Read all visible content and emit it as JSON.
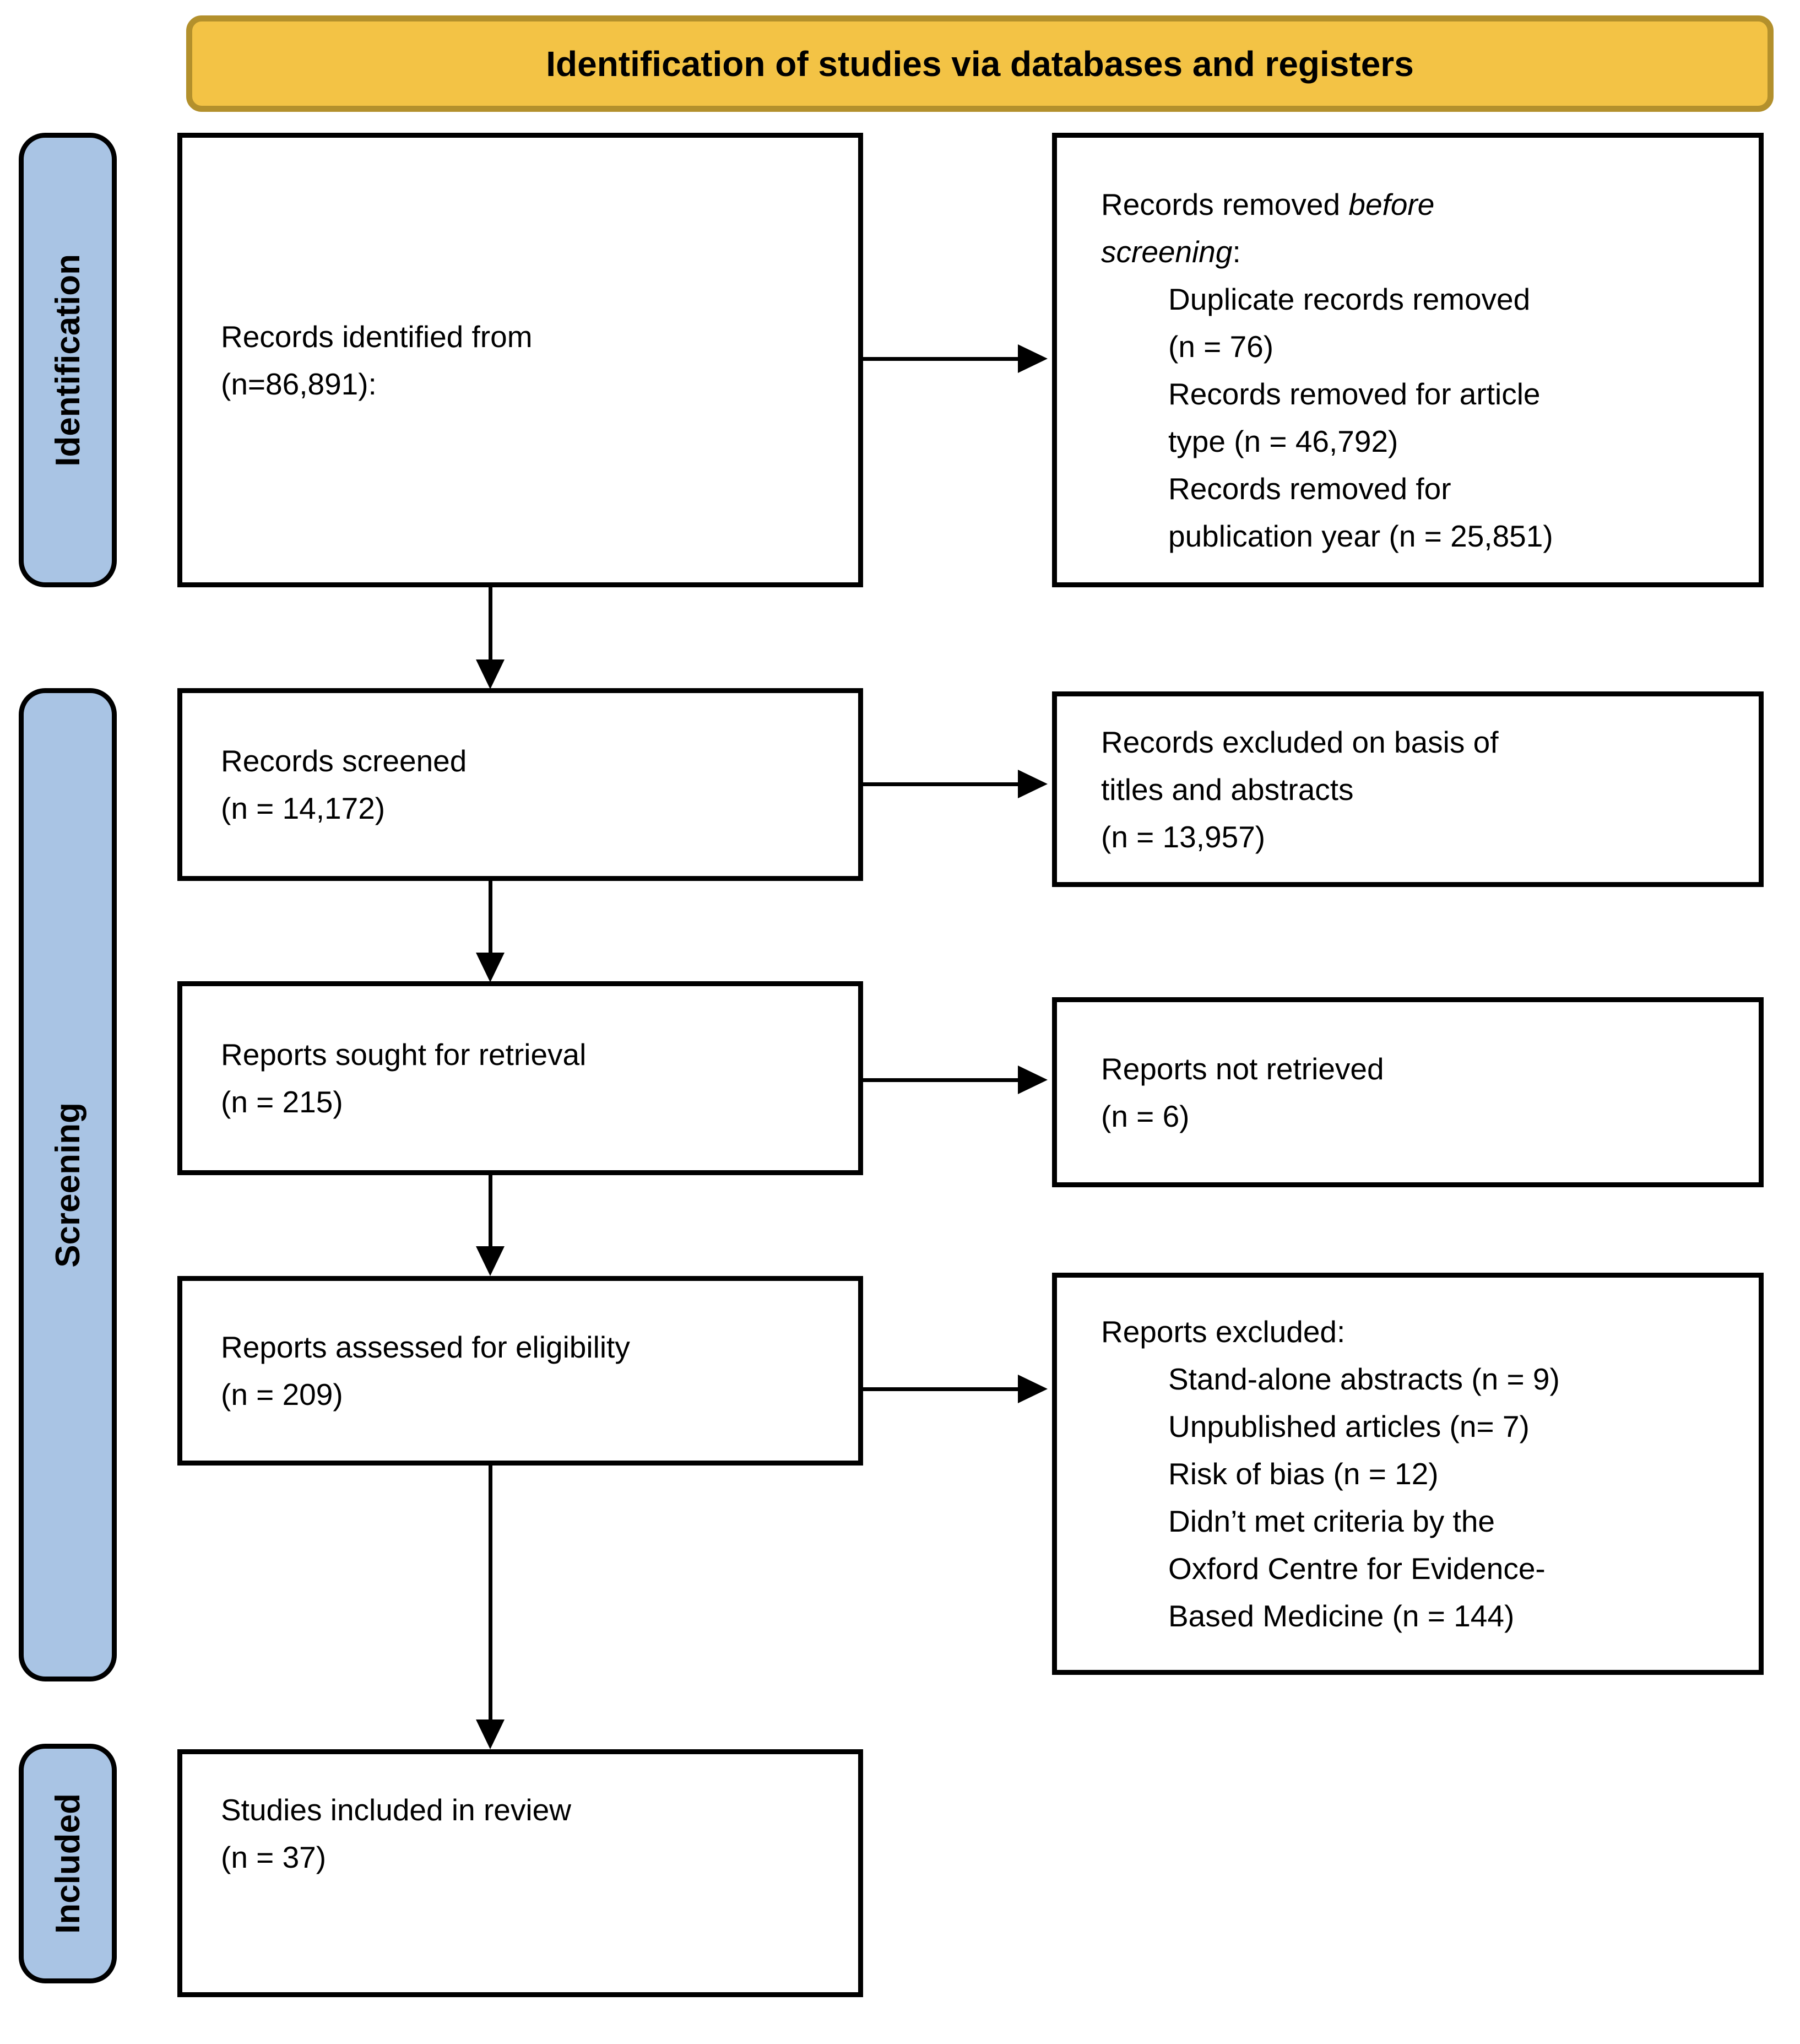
{
  "header": {
    "title": "Identification of studies via databases and registers"
  },
  "colors": {
    "header_fill": "#F3C345",
    "header_border": "#B3902C",
    "stage_fill": "#A9C4E4",
    "line_color": "#000000"
  },
  "stages": [
    {
      "label": "Identification"
    },
    {
      "label": "Screening"
    },
    {
      "label": "Included"
    }
  ],
  "boxes": {
    "records_identified": {
      "lines": [
        "Records identified from",
        "(n=86,891):"
      ]
    },
    "records_removed": {
      "lines": [
        {
          "segs": [
            {
              "t": "Records removed "
            },
            {
              "t": "before",
              "i": true
            }
          ]
        },
        {
          "segs": [
            {
              "t": "screening",
              "i": true
            },
            {
              "t": ":"
            }
          ]
        },
        {
          "indent": true,
          "t": "Duplicate records removed"
        },
        {
          "indent": true,
          "t": "(n = 76)"
        },
        {
          "indent": true,
          "t": "Records removed for article"
        },
        {
          "indent": true,
          "t": "type (n = 46,792)"
        },
        {
          "indent": true,
          "t": "Records removed for"
        },
        {
          "indent": true,
          "t": "publication year (n = 25,851)"
        }
      ]
    },
    "records_screened": {
      "lines": [
        "Records screened",
        "(n = 14,172)"
      ]
    },
    "records_excluded": {
      "lines": [
        "Records excluded on basis of",
        "titles and abstracts",
        "(n = 13,957)"
      ]
    },
    "reports_sought": {
      "lines": [
        "Reports sought for retrieval",
        "(n = 215)"
      ]
    },
    "reports_not_retrieved": {
      "lines": [
        "Reports not retrieved",
        "(n = 6)"
      ]
    },
    "reports_assessed": {
      "lines": [
        "Reports assessed for eligibility",
        "(n = 209)"
      ]
    },
    "reports_excluded": {
      "lines": [
        "Reports excluded:",
        {
          "indent": true,
          "t": "Stand-alone abstracts (n = 9)"
        },
        {
          "indent": true,
          "t": "Unpublished articles (n= 7)"
        },
        {
          "indent": true,
          "t": "Risk of bias (n = 12)"
        },
        {
          "indent": true,
          "t": "Didn’t met criteria by the"
        },
        {
          "indent": true,
          "t": "Oxford Centre for Evidence-"
        },
        {
          "indent": true,
          "t": "Based Medicine (n = 144)"
        }
      ]
    },
    "studies_included": {
      "lines": [
        "Studies included in review",
        "(n = 37)"
      ]
    }
  }
}
